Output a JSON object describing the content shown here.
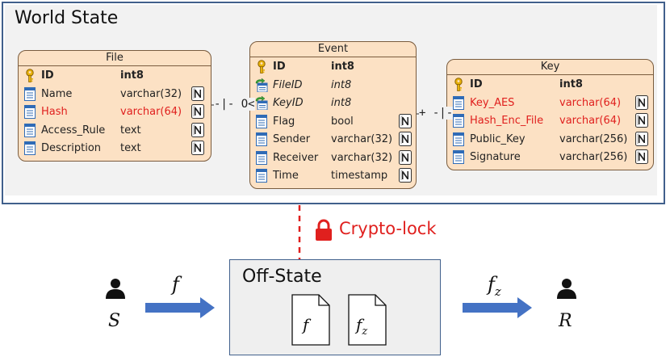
{
  "world_state": {
    "title": "World State"
  },
  "tables": {
    "file": {
      "name": "File",
      "rows": [
        {
          "name": "ID",
          "type": "int8",
          "icon": "primary-key-icon",
          "nullable": false,
          "red": false,
          "italic": false,
          "pk": true
        },
        {
          "name": "Name",
          "type": "varchar(32)",
          "icon": "column-icon",
          "nullable": true,
          "red": false,
          "italic": false,
          "pk": false
        },
        {
          "name": "Hash",
          "type": "varchar(64)",
          "icon": "column-icon",
          "nullable": true,
          "red": true,
          "italic": false,
          "pk": false
        },
        {
          "name": "Access_Rule",
          "type": "text",
          "icon": "column-icon",
          "nullable": true,
          "red": false,
          "italic": false,
          "pk": false
        },
        {
          "name": "Description",
          "type": "text",
          "icon": "column-icon",
          "nullable": true,
          "red": false,
          "italic": false,
          "pk": false
        }
      ]
    },
    "event": {
      "name": "Event",
      "rows": [
        {
          "name": "ID",
          "type": "int8",
          "icon": "primary-key-icon",
          "nullable": false,
          "red": false,
          "italic": false,
          "pk": true
        },
        {
          "name": "FileID",
          "type": "int8",
          "icon": "foreign-key-icon",
          "nullable": false,
          "red": false,
          "italic": true,
          "pk": false
        },
        {
          "name": "KeyID",
          "type": "int8",
          "icon": "foreign-key-icon",
          "nullable": false,
          "red": false,
          "italic": true,
          "pk": false
        },
        {
          "name": "Flag",
          "type": "bool",
          "icon": "column-icon",
          "nullable": true,
          "red": false,
          "italic": false,
          "pk": false
        },
        {
          "name": "Sender",
          "type": "varchar(32)",
          "icon": "column-icon",
          "nullable": true,
          "red": false,
          "italic": false,
          "pk": false
        },
        {
          "name": "Receiver",
          "type": "varchar(32)",
          "icon": "column-icon",
          "nullable": true,
          "red": false,
          "italic": false,
          "pk": false
        },
        {
          "name": "Time",
          "type": "timestamp",
          "icon": "column-icon",
          "nullable": true,
          "red": false,
          "italic": false,
          "pk": false
        }
      ]
    },
    "key": {
      "name": "Key",
      "rows": [
        {
          "name": "ID",
          "type": "int8",
          "icon": "primary-key-icon",
          "nullable": false,
          "red": false,
          "italic": false,
          "pk": true
        },
        {
          "name": "Key_AES",
          "type": "varchar(64)",
          "icon": "column-icon",
          "nullable": true,
          "red": true,
          "italic": false,
          "pk": false
        },
        {
          "name": "Hash_Enc_File",
          "type": "varchar(64)",
          "icon": "column-icon",
          "nullable": true,
          "red": true,
          "italic": false,
          "pk": false
        },
        {
          "name": "Public_Key",
          "type": "varchar(256)",
          "icon": "column-icon",
          "nullable": true,
          "red": false,
          "italic": false,
          "pk": false
        },
        {
          "name": "Signature",
          "type": "varchar(256)",
          "icon": "column-icon",
          "nullable": true,
          "red": false,
          "italic": false,
          "pk": false
        }
      ]
    }
  },
  "connectors": {
    "file_event": "-|- O<",
    "event_key": "+ -|-"
  },
  "crypto_lock": {
    "label": "Crypto-lock",
    "icon": "lock-icon"
  },
  "off_state": {
    "title": "Off-State",
    "documents": [
      {
        "label": "f",
        "subscript": ""
      },
      {
        "label": "f",
        "subscript": "z"
      }
    ]
  },
  "sender": {
    "label": "S",
    "icon": "user-icon"
  },
  "receiver": {
    "label": "R",
    "icon": "user-icon"
  },
  "arrow_left": {
    "label": "f",
    "subscript": ""
  },
  "arrow_right": {
    "label": "f",
    "subscript": "z"
  },
  "colors": {
    "table_fill": "#fce1c4",
    "table_border": "#7a5c3e",
    "highlight": "#e0201e",
    "panel_border": "#41608c",
    "arrow": "#4472c4"
  }
}
